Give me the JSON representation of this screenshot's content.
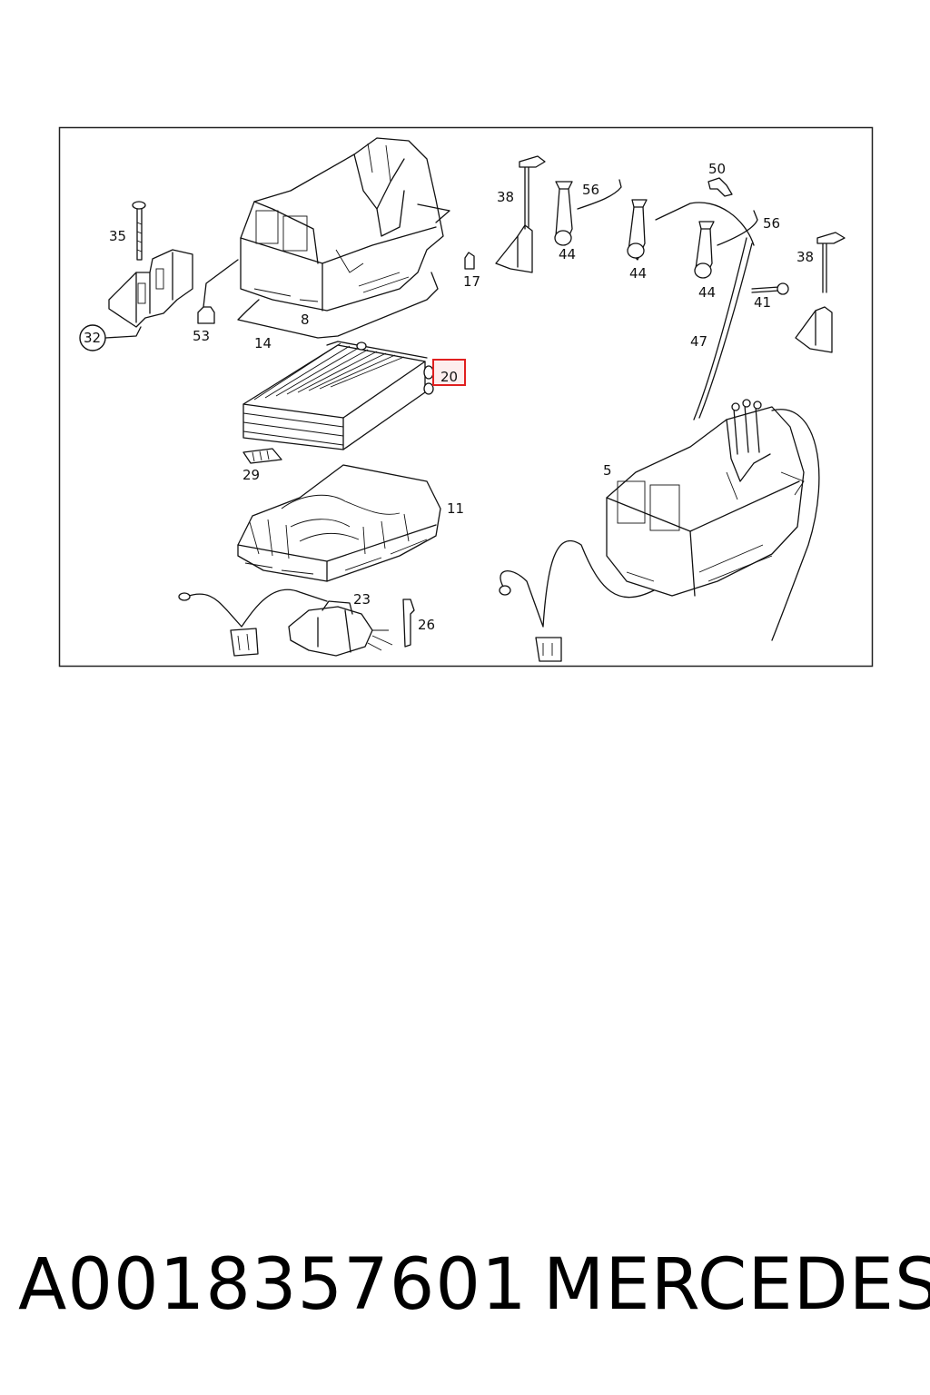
{
  "diagram": {
    "highlight_color": "#e02020",
    "highlighted_callout": "20",
    "callouts": [
      "35",
      "32",
      "53",
      "14",
      "8",
      "38",
      "56",
      "44",
      "17",
      "50",
      "56",
      "44",
      "44",
      "38",
      "41",
      "47",
      "20",
      "29",
      "5",
      "11",
      "23",
      "26"
    ]
  },
  "footer": {
    "part_number": "A0018357601",
    "brand": "MERCEDES"
  }
}
